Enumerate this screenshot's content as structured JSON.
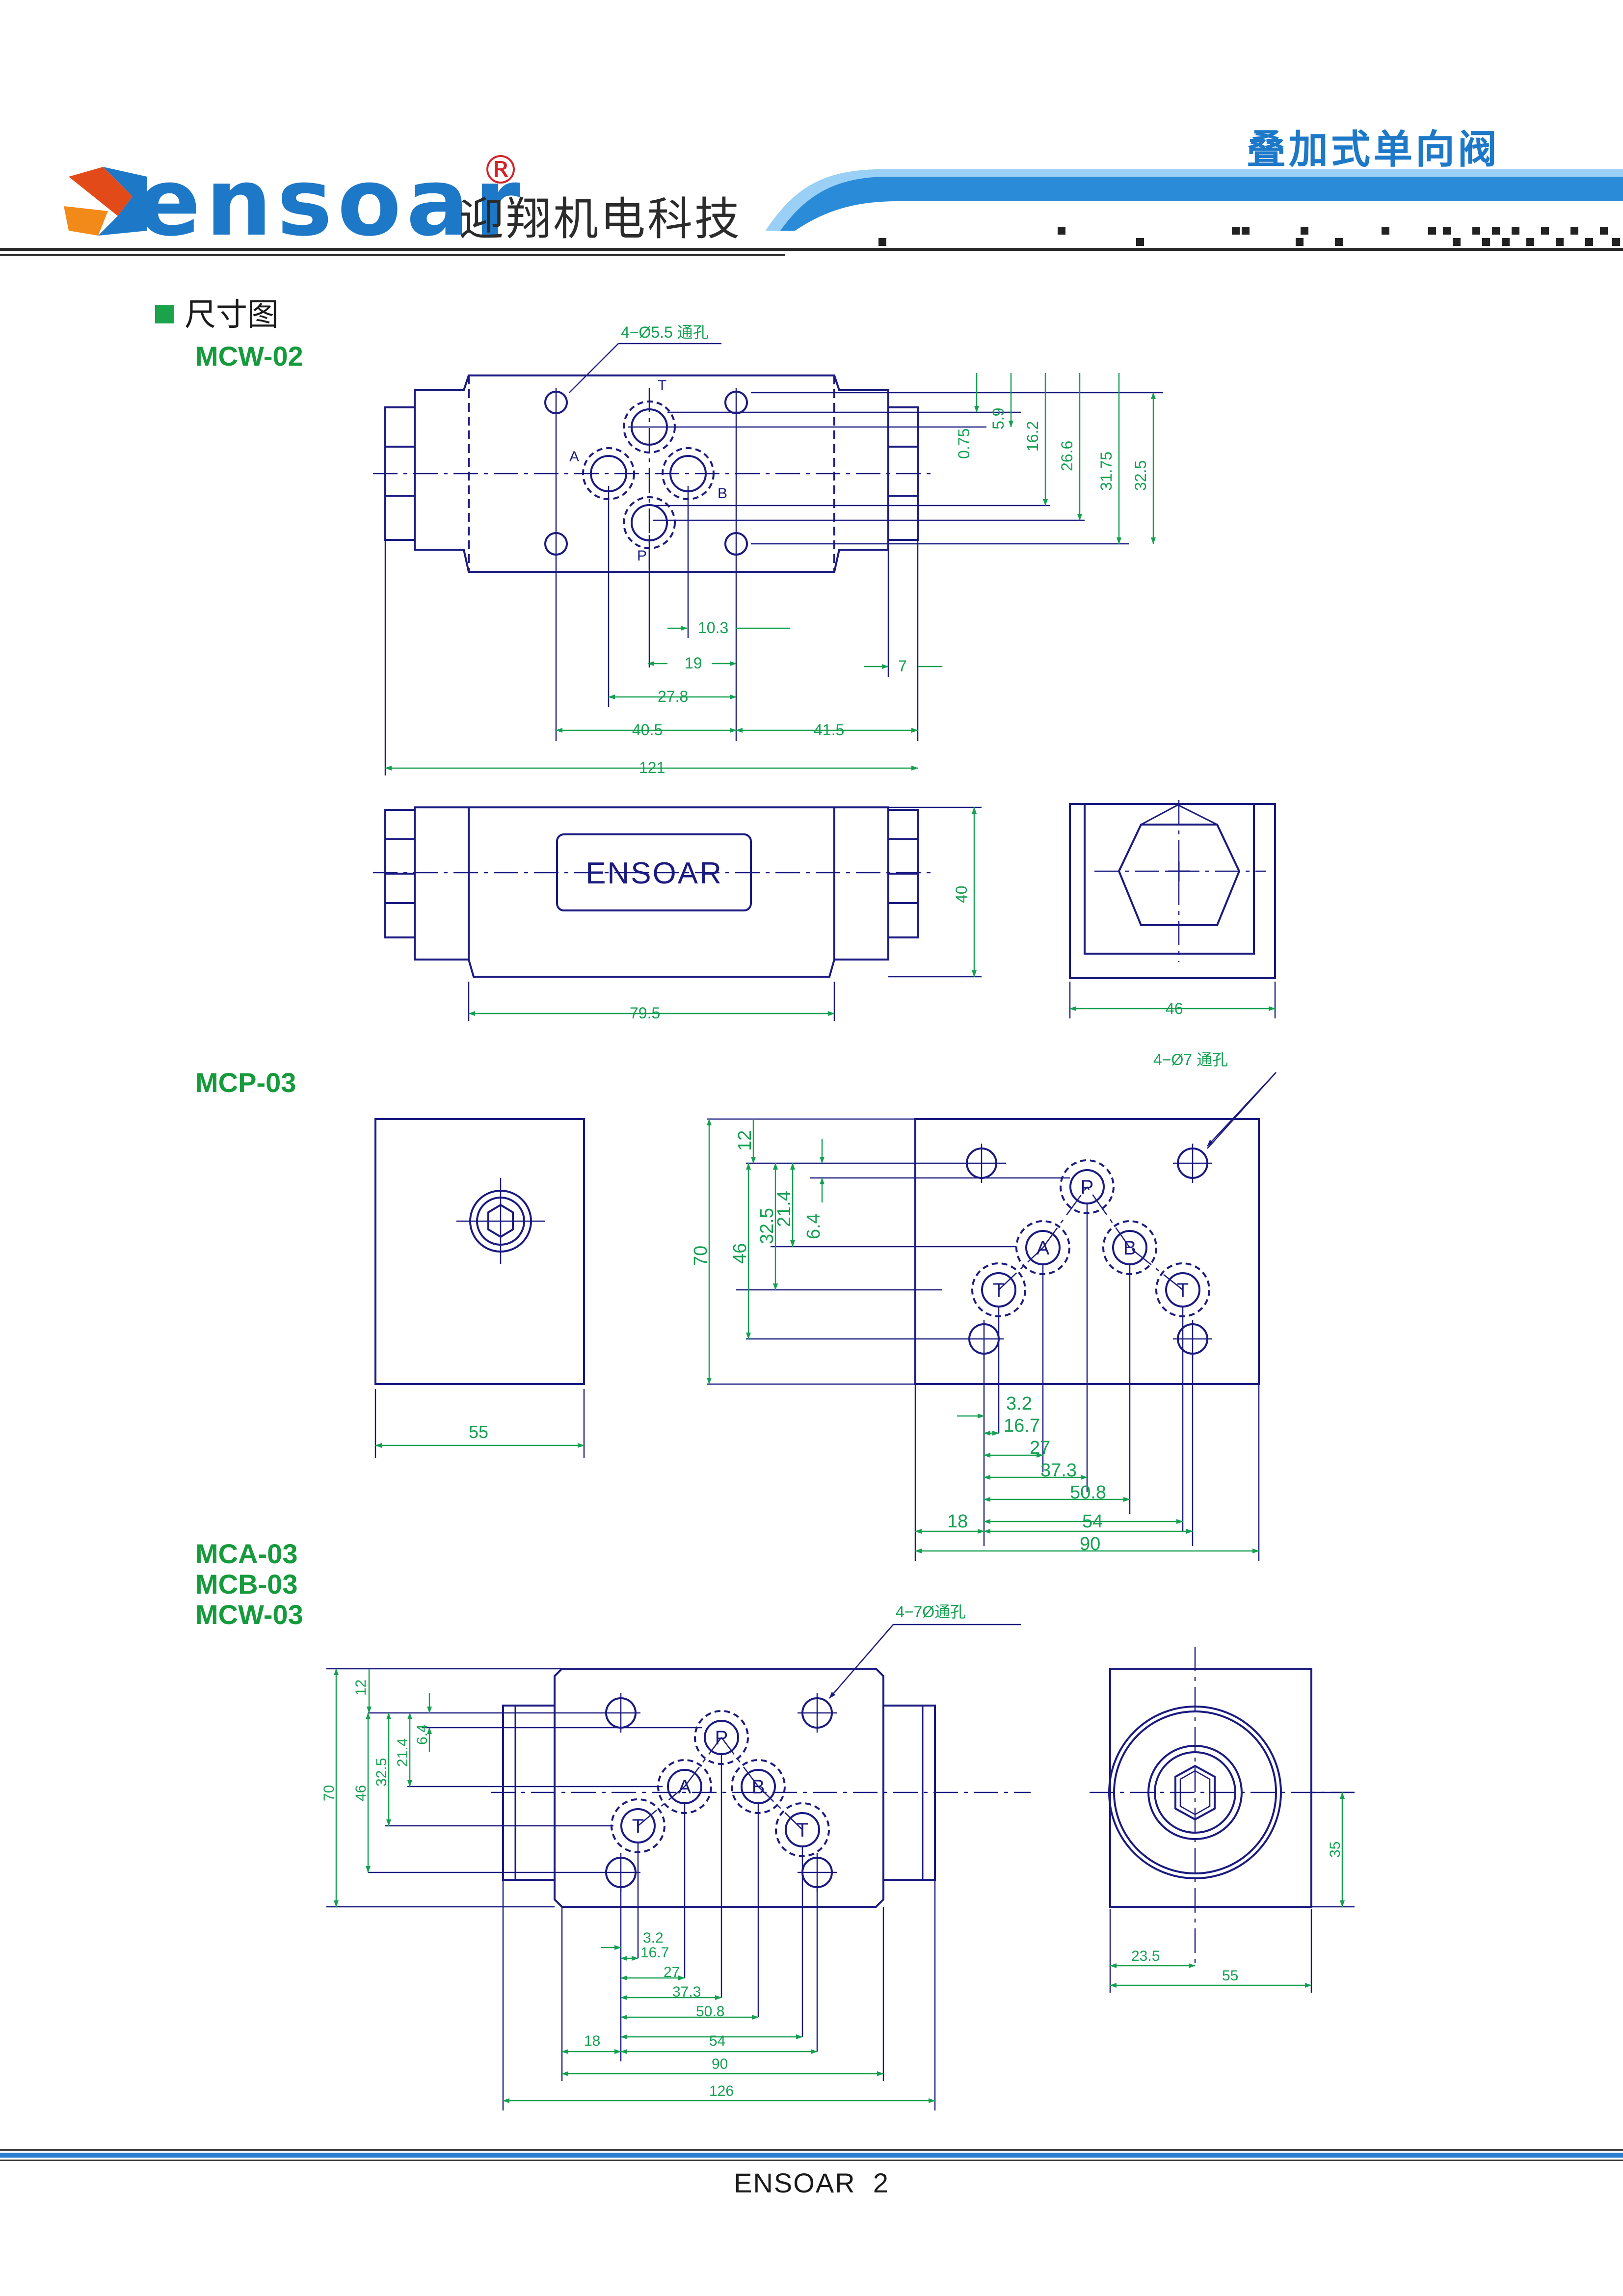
{
  "header": {
    "brand_latin": "ensoar",
    "brand_reg": "®",
    "brand_cn": "迎翔机电科技",
    "title": "叠加式单向阀"
  },
  "section": {
    "title": "尺寸图"
  },
  "models": {
    "mcw02": "MCW-02",
    "mcp03": "MCP-03",
    "group3": [
      "MCA-03",
      "MCB-03",
      "MCW-03"
    ]
  },
  "mcw02": {
    "hole_note": "4−Ø5.5 通孔",
    "ports": [
      "T",
      "A",
      "B",
      "P"
    ],
    "dims_v": [
      "0.75",
      "5.9",
      "16.2",
      "26.6",
      "31.75",
      "32.5"
    ],
    "dims_h": [
      "10.3",
      "19",
      "27.8",
      "40.5",
      "41.5",
      "7",
      "121"
    ],
    "nameplate": "ENSOAR",
    "side_dims": [
      "40",
      "79.5",
      "46"
    ]
  },
  "mcp03": {
    "hole_note": "4−Ø7 通孔",
    "ports": [
      "P",
      "A",
      "B",
      "T",
      "T"
    ],
    "dims_v": [
      "12",
      "70",
      "46",
      "32.5",
      "21.4",
      "6.4"
    ],
    "dims_h": [
      "3.2",
      "16.7",
      "27",
      "37.3",
      "50.8",
      "54",
      "18",
      "90"
    ],
    "side_dim": "55"
  },
  "mca03": {
    "hole_note": "4−7Ø通孔",
    "ports": [
      "P",
      "A",
      "B",
      "T",
      "T"
    ],
    "dims_v": [
      "12",
      "70",
      "46",
      "32.5",
      "21.4",
      "6.4"
    ],
    "dims_h": [
      "3.2",
      "16.7",
      "27",
      "37.3",
      "50.8",
      "54",
      "18",
      "90",
      "126"
    ],
    "side_dims": [
      "35",
      "23.5",
      "55"
    ]
  },
  "footer": {
    "text": "ENSOAR  2"
  },
  "colors": {
    "drawing": "#1a1a80",
    "dimension": "#14a050",
    "brand_blue": "#1e78c8",
    "brand_red": "#e24a1a"
  }
}
